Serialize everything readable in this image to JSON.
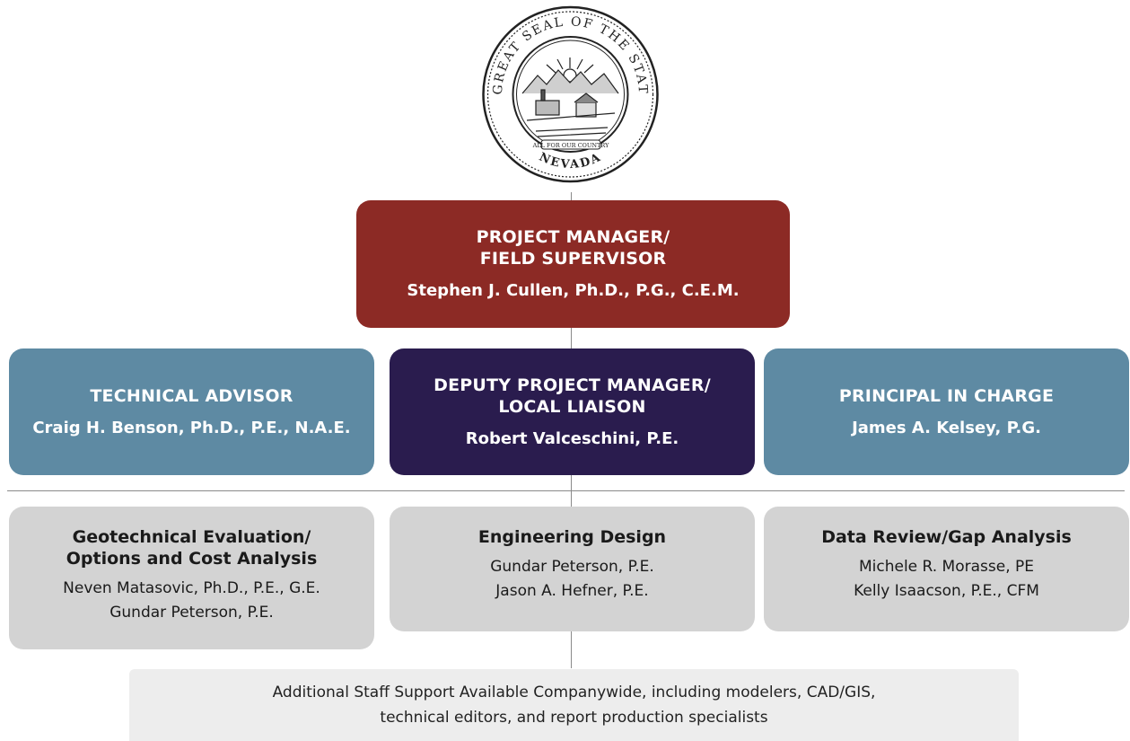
{
  "seal": {
    "text_top": "THE GREAT SEAL OF THE STATE OF",
    "motto": "ALL FOR OUR COUNTRY",
    "text_bottom": "NEVADA"
  },
  "project_manager": {
    "title_line1": "PROJECT MANAGER/",
    "title_line2": "FIELD SUPERVISOR",
    "name": "Stephen J. Cullen, Ph.D., P.G., C.E.M."
  },
  "technical_advisor": {
    "title": "TECHNICAL ADVISOR",
    "name": "Craig H. Benson, Ph.D., P.E., N.A.E."
  },
  "deputy_project_manager": {
    "title_line1": "DEPUTY PROJECT MANAGER/",
    "title_line2": "LOCAL LIAISON",
    "name": "Robert Valceschini, P.E."
  },
  "principal_in_charge": {
    "title": "PRINCIPAL IN CHARGE",
    "name": "James A. Kelsey, P.G."
  },
  "groups": [
    {
      "title_line1": "Geotechnical Evaluation/",
      "title_line2": "Options and Cost Analysis",
      "members": [
        "Neven Matasovic, Ph.D., P.E., G.E.",
        "Gundar Peterson, P.E."
      ]
    },
    {
      "title_line1": "Engineering Design",
      "members": [
        "Gundar Peterson, P.E.",
        "Jason A. Hefner, P.E."
      ]
    },
    {
      "title_line1": "Data Review/Gap Analysis",
      "members": [
        "Michele R. Morasse, PE",
        "Kelly Isaacson, P.E., CFM"
      ]
    }
  ],
  "staff_support": {
    "line1": "Additional Staff Support Available Companywide, including modelers, CAD/GIS,",
    "line2": "technical editors, and report production specialists"
  },
  "colors": {
    "project_manager": "#8c2a25",
    "deputy": "#2a1c4e",
    "advisor": "#5e8aa3",
    "group": "#d3d3d3",
    "staff": "#ededed"
  }
}
